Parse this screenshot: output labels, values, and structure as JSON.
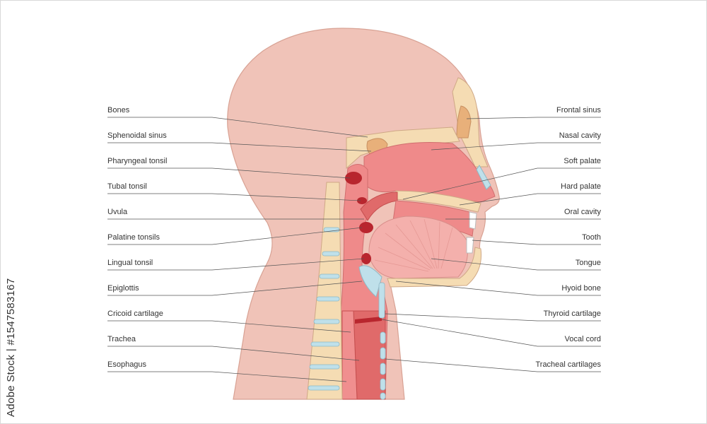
{
  "labels_left": [
    "Bones",
    "Sphenoidal sinus",
    "Pharyngeal tonsil",
    "Tubal tonsil",
    "Uvula",
    "Palatine tonsils",
    "Lingual tonsil",
    "Epiglottis",
    "Cricoid cartilage",
    "Trachea",
    "Esophagus"
  ],
  "labels_right": [
    "Frontal sinus",
    "Nasal cavity",
    "Soft palate",
    "Hard palate",
    "Oral cavity",
    "Tooth",
    "Tongue",
    "Hyoid bone",
    "Thyroid cartilage",
    "Vocal cord",
    "Tracheal cartilages"
  ],
  "watermark": "Adobe Stock | #1547583167",
  "colors": {
    "skin": "#f0c3b8",
    "skin_outline": "#d8a294",
    "cavity": "#ef8a8a",
    "deep": "#e06a6a",
    "bone": "#f5dcb3",
    "cartilage": "#bfe0ea",
    "tonsil": "#b8262e",
    "line": "#555555"
  }
}
